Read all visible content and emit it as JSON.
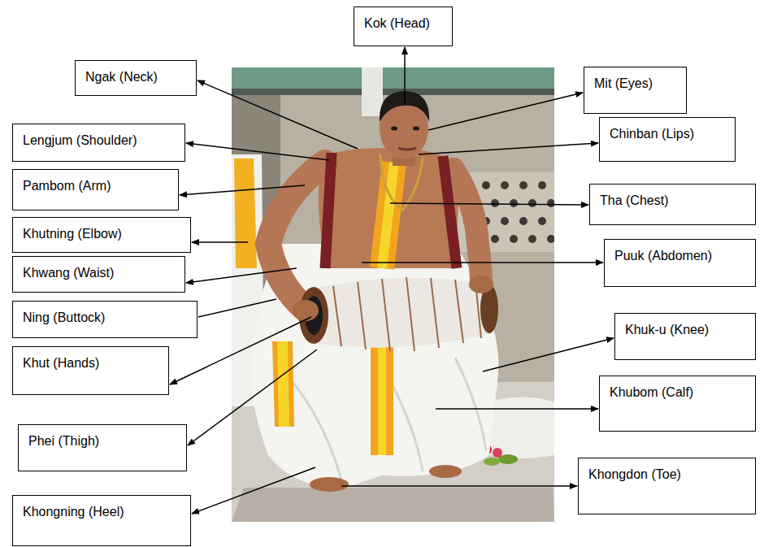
{
  "diagram": {
    "nodes": [
      {
        "text": [
          "Kok (Head)"
        ]
      },
      {
        "text": [
          "Ngak (Neck)"
        ]
      },
      {
        "text": [
          "Mit (Eyes)"
        ]
      },
      {
        "text": [
          "Lengjum (Shoulder)"
        ]
      },
      {
        "text": [
          "Chinban (Lips)"
        ]
      },
      {
        "text": [
          "Pambom (Arm)"
        ]
      },
      {
        "text": [
          "Tha (Chest)"
        ]
      },
      {
        "text": [
          "Khutning (Elbow)"
        ]
      },
      {
        "text": [
          "Puuk (Abdomen)"
        ]
      },
      {
        "text": [
          "Khwang (Waist)"
        ]
      },
      {
        "text": [
          "Ning (Buttock)"
        ]
      },
      {
        "text": [
          "Khuk-u (Knee)"
        ]
      },
      {
        "text": [
          "Khut (Hands)"
        ]
      },
      {
        "text": [
          "Khubom (Calf)"
        ]
      },
      {
        "text": [
          "Phei (Thigh)"
        ]
      },
      {
        "text": [
          "Khongdon (Toe)"
        ]
      },
      {
        "text": [
          "Khongning (Heel)"
        ]
      }
    ]
  }
}
